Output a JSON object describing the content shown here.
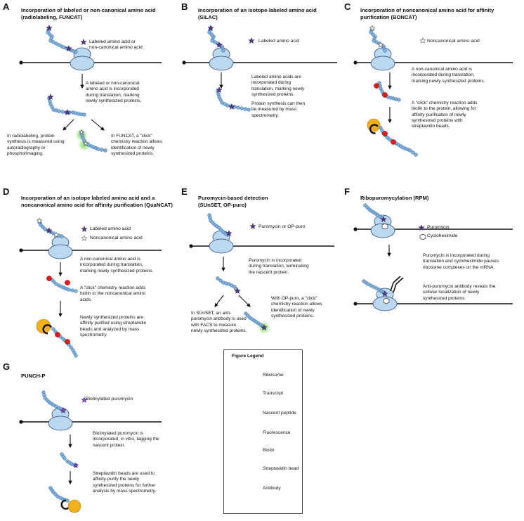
{
  "panels": {
    "A": {
      "label": "A",
      "title": "Incorporation of labeled or non-canonical amino acid\n(radiolabeling, FUNCAT)",
      "key": "Labeled amino acid or\nnon-canonical amino acid",
      "text1": "A labeled or non-canonical\namino acid is incorporated\nduring translation, marking\nnewly synthesized proteins.",
      "text_left": "In radiolabeling, protein\nsynthesis is measured using\nautoradiography or\nphosphorimaging.",
      "text_right": "In FUNCAT, a \"click\"\nchemistry reaction allows\nidentification of newly\nsynthesized proteins."
    },
    "B": {
      "label": "B",
      "title": "Incorporation of an isotope-labeled amino acid\n(SILAC)",
      "key": "Labeled amino acid",
      "text1": "Labeled amino acids are\nincorporated during\ntranslation, marking newly\nsynthesized proteins.",
      "text2": "Protein synthesis can then\nbe measured by mass\nspectrometry."
    },
    "C": {
      "label": "C",
      "title": "Incorporation of noncanonical amino acid for affinity\npurification (BONCAT)",
      "key": "Noncanonical amino acid",
      "text1": "A non-canonical amino acid is\nincorporated during translation,\nmarking newly synthesized proteins.",
      "text2": "A \"click\" chemistry reaction adds\nbiotin to the protein, allowing for\naffinity purification of newly\nsynthesized proteins with\nstreptavidin beads."
    },
    "D": {
      "label": "D",
      "title": "Incorporation of an isotope labeled amino acid and a\nnoncanonical amino acid for affinity purification (QuaNCAT)",
      "key1": "Labeled amino acid",
      "key2": "Noncanonical amino acid",
      "text1": "A non-canonical amino acid is\nincorporated during translation,\nmarking newly synthesized proteins.",
      "text2": "A \"click\" chemistry reaction adds\nbiotin to the noncanonical amino\nacids.",
      "text3": "Newly synthesized proteins are\naffinity purified using streptavidin\nbeads and analyzed by mass\nspectrometry."
    },
    "E": {
      "label": "E",
      "title": "Puromycin-based detection\n(SUnSET, OP-puro)",
      "key": "Puromycin or OP-puro",
      "text1": "Puromycin is incorporated\nduring translation, terminating\nthe nascent protein.",
      "text_right": "With OP-puro, a \"click\"\nchemistry reaction allows\nidentification of newly\nsynthesized proteins.",
      "text_left": "In SUnSET, an anti-\npuromycin antibody is used\nwith FACS to measure\nnewly synthesized proteins."
    },
    "F": {
      "label": "F",
      "title": "Ribopuromycylation (RPM)",
      "key1": "Puromycin",
      "key2": "Cycloheximide",
      "text1": "Puromycin is incorporated during\ntranslation and cycloheximide pauses\nribosome complexes on the mRNA.",
      "text2": "Anti-puromycin antibody reveals the\ncellular localization of newly\nsynthesized proteins."
    },
    "G": {
      "label": "G",
      "title": "PUNCH-P",
      "key": "Biotinylated puromycin",
      "text1": "Biotinylated puromycin is\nincorporated, in vitro, tagging the\nnascent protein.",
      "text2": "Streptavidin beads are used to\naffinity-purify the newly\nsynthesized proteins for further\nanalysis by mass spectrometry."
    }
  },
  "legend": {
    "title": "Figure Legend",
    "items": [
      "Ribosome",
      "Transcript",
      "Nascent peptide",
      "Fluorescence",
      "Biotin",
      "Streptavidin bead",
      "Antibody"
    ]
  },
  "colors": {
    "ribosome": "#bcd7f0",
    "peptide": "#7fb0dd",
    "labeled_star": "#5a3a8a",
    "biotin": "#dd1c1c",
    "streptavidin": "#f2b01c",
    "fluorescence": "#8fdc6a"
  }
}
